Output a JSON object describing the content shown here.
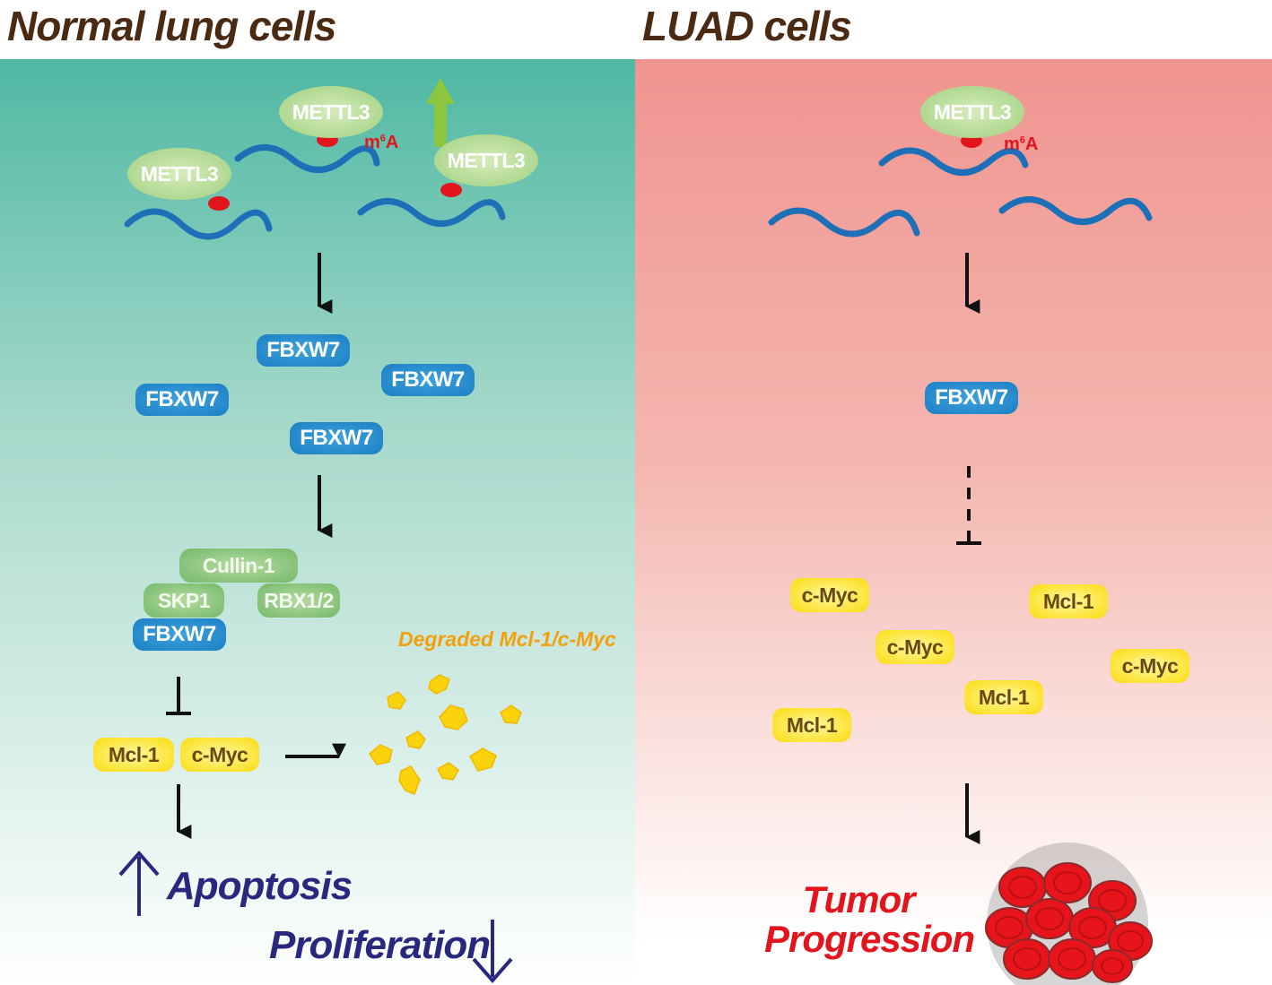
{
  "left_panel": {
    "title": "Normal lung cells",
    "mettl3": [
      "METTL3",
      "METTL3",
      "METTL3"
    ],
    "m6a": {
      "base": "m",
      "sup": "6",
      "tail": "A"
    },
    "fbxw7": [
      "FBXW7",
      "FBXW7",
      "FBXW7",
      "FBXW7"
    ],
    "complex": {
      "cullin": "Cullin-1",
      "skp1": "SKP1",
      "rbx": "RBX1/2",
      "fbxw7": "FBXW7"
    },
    "substrates": {
      "mcl1": "Mcl-1",
      "cmyc": "c-Myc"
    },
    "degraded_label": "Degraded Mcl-1/c-Myc",
    "outcomes": {
      "apoptosis": "Apoptosis",
      "proliferation": "Proliferation"
    }
  },
  "right_panel": {
    "title": "LUAD cells",
    "mettl3": "METTL3",
    "m6a": {
      "base": "m",
      "sup": "6",
      "tail": "A"
    },
    "fbxw7": "FBXW7",
    "substrates": [
      "c-Myc",
      "Mcl-1",
      "c-Myc",
      "c-Myc",
      "Mcl-1",
      "Mcl-1"
    ],
    "outcome": {
      "line1": "Tumor",
      "line2": "Progression"
    }
  },
  "colors": {
    "left_bg_top": "#4fb8a3",
    "right_bg_top": "#f0948f",
    "rna": "#1d6fb8",
    "fbxw7": "#1b7fc4",
    "complex_green": "#75b86a",
    "substrate_yellow": "#fbdb0c",
    "m6a_mark": "#e2141c",
    "upregulation_arrow": "#8cc63f",
    "outcome_navy": "#27287e",
    "tumor_red": "#e2141c"
  }
}
